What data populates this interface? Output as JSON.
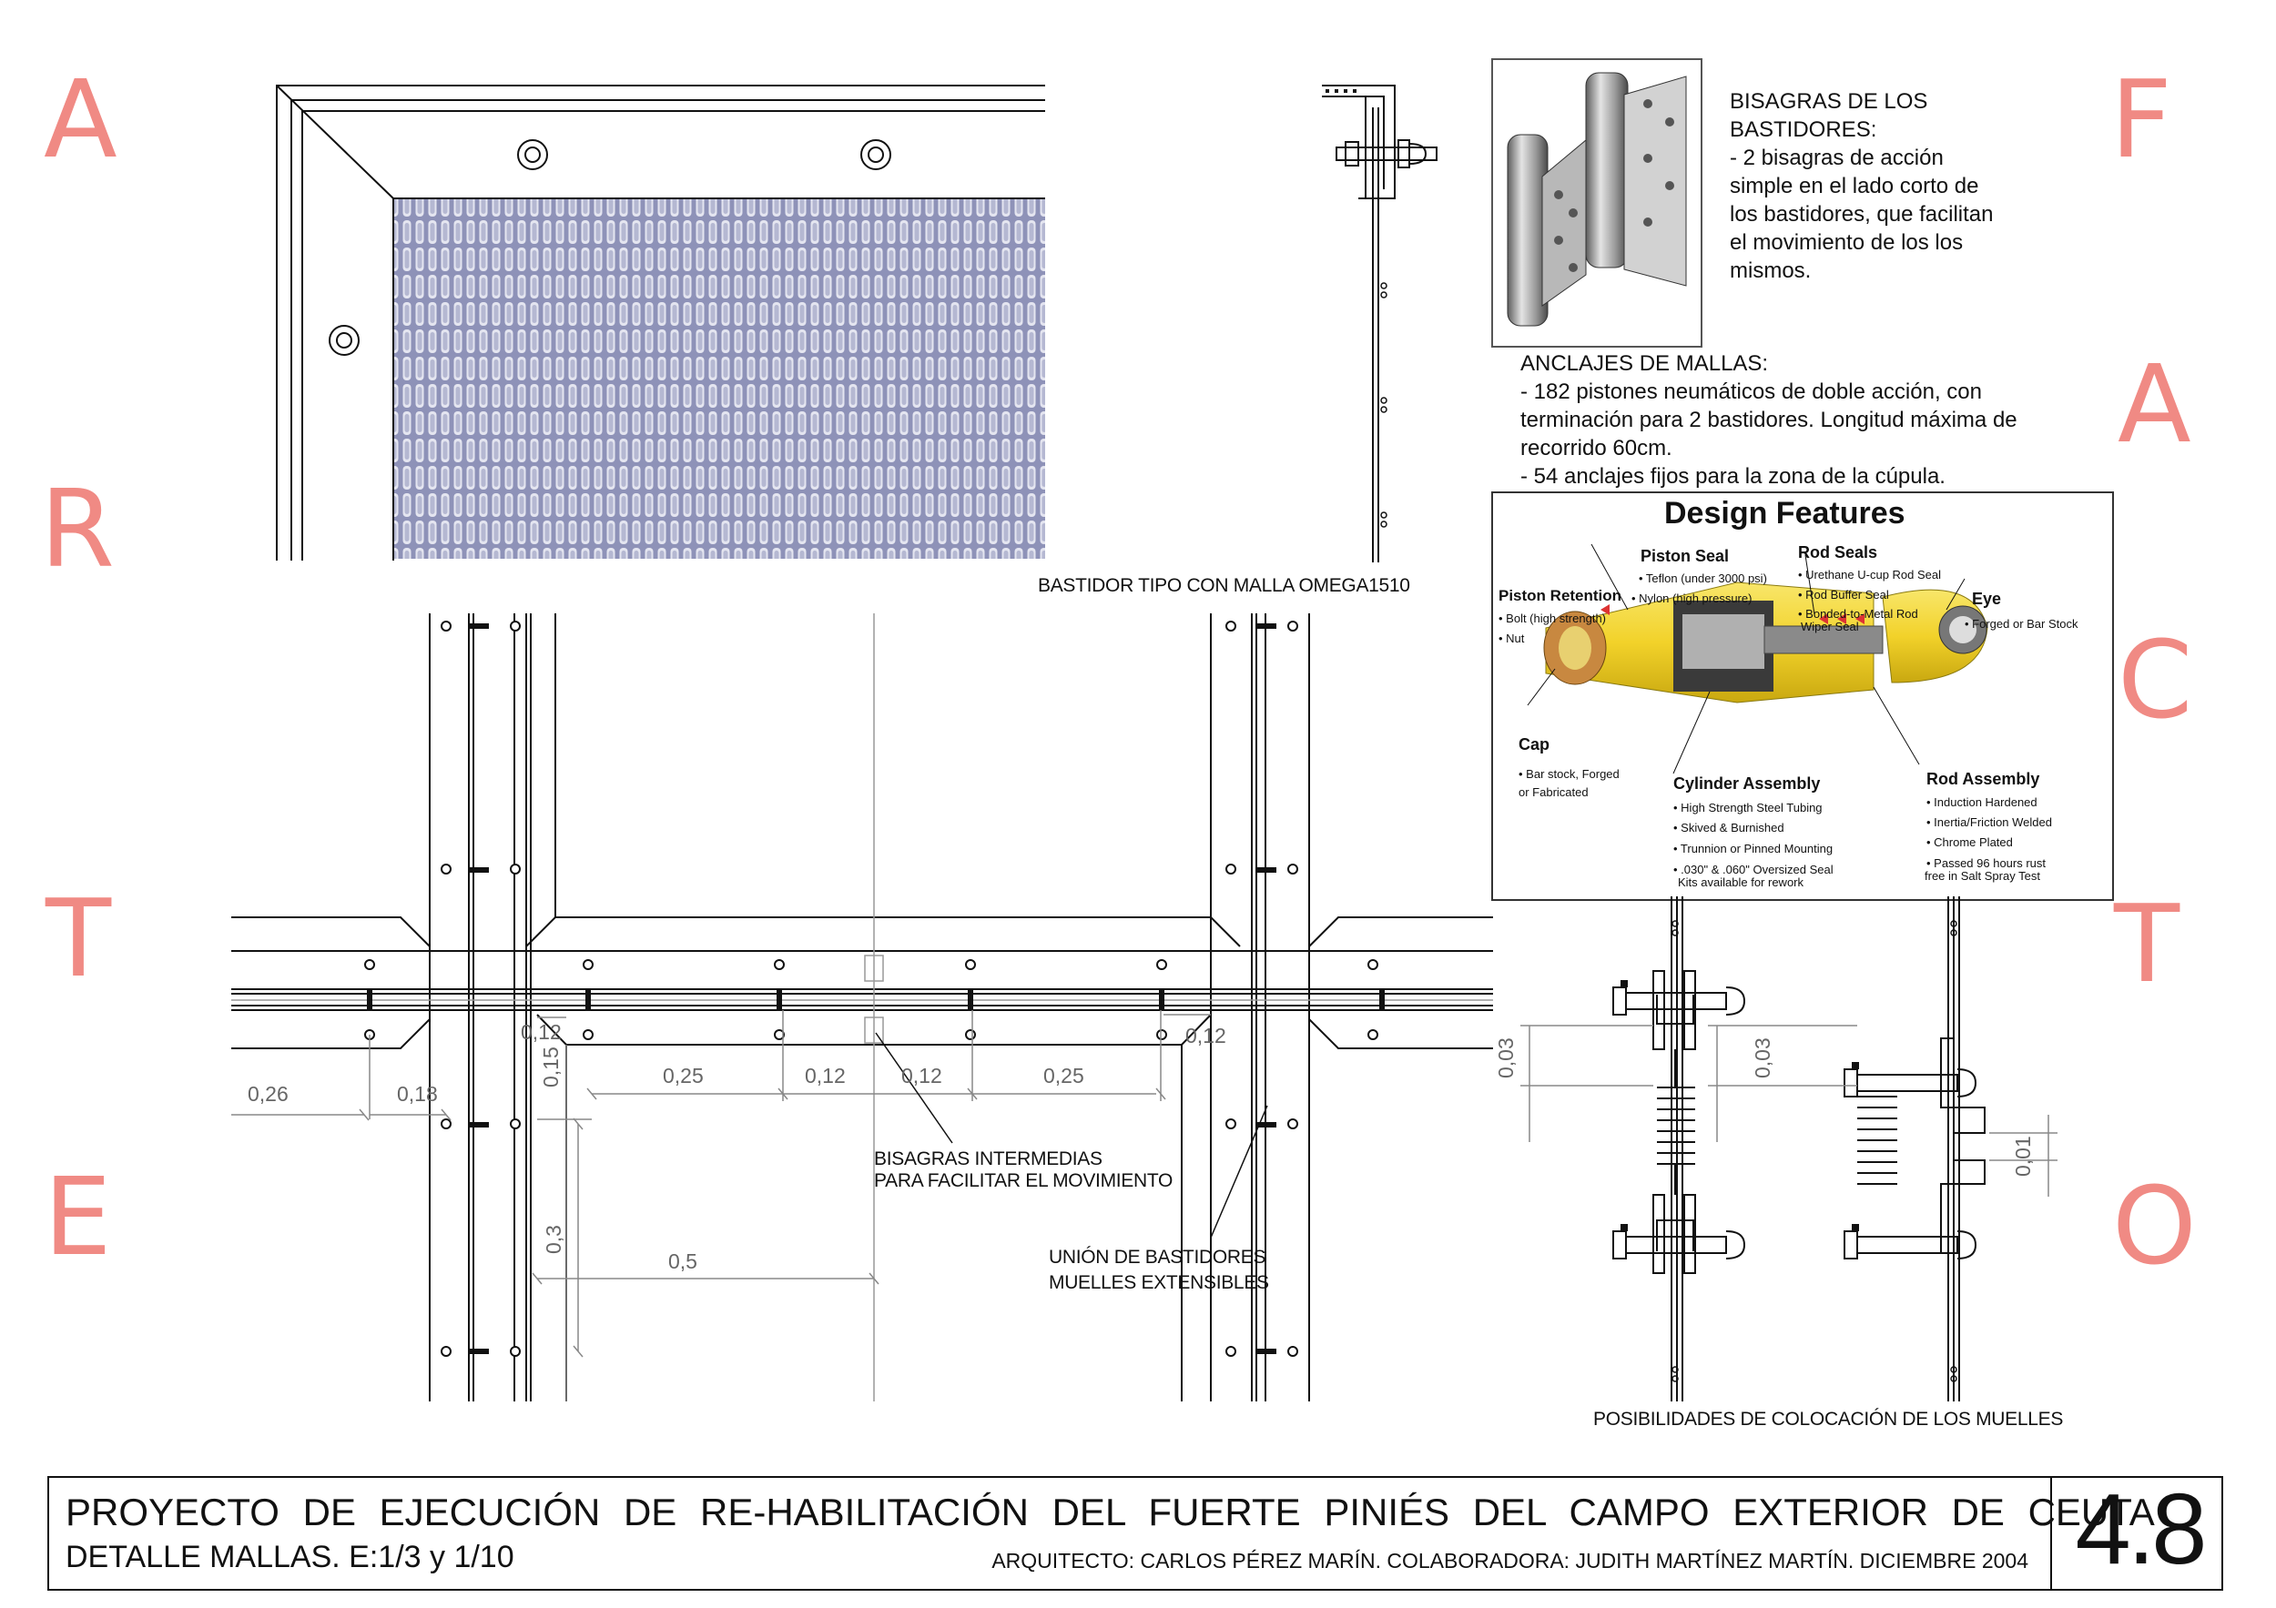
{
  "side_letters_left": [
    "A",
    "R",
    "T",
    "E"
  ],
  "side_letters_right": [
    "F",
    "A",
    "C",
    "T",
    "O"
  ],
  "captions": {
    "frame": "BASTIDOR TIPO CON MALLA OMEGA1510",
    "hinges_note_1": "BISAGRAS  INTERMEDIAS",
    "hinges_note_2": "PARA FACILITAR EL MOVIMIENTO",
    "union_note_1": "UNIÓN DE BASTIDORES",
    "union_note_2": "MUELLES EXTENSIBLES",
    "springs": "POSIBILIDADES DE COLOCACIÓN DE LOS MUELLES"
  },
  "hinges_text": {
    "title_1": "BISAGRAS DE LOS",
    "title_2": "BASTIDORES:",
    "l1": "- 2 bisagras de acción",
    "l2": "simple en el lado corto de",
    "l3": "los bastidores, que facilitan",
    "l4": "el movimiento de los los",
    "l5": "mismos."
  },
  "anchors_text": {
    "title": "ANCLAJES DE MALLAS:",
    "l1": "- 182 pistones neumáticos de doble acción, con",
    "l2": "terminación para 2 bastidores. Longitud máxima de",
    "l3": "recorrido 60cm.",
    "l4": "- 54 anclajes fijos para la zona de la cúpula."
  },
  "design_features": {
    "title": "Design Features",
    "piston_seal": "Piston Seal",
    "piston_seal_1": "• Teflon (under 3000 psi)",
    "piston_seal_2": "• Nylon (high pressure)",
    "rod_seals": "Rod Seals",
    "rod_seals_1": "• Urethane U-cup Rod Seal",
    "rod_seals_2": "• Rod Buffer Seal",
    "rod_seals_3": "• Bonded-to-Metal Rod",
    "rod_seals_4": "Wiper Seal",
    "retention": "Piston Retention",
    "retention_1": "• Bolt (high strength)",
    "retention_2": "• Nut",
    "eye": "Eye",
    "eye_1": "• Forged or Bar Stock",
    "cap": "Cap",
    "cap_1": "• Bar stock, Forged",
    "cap_2": "or Fabricated",
    "cylinder": "Cylinder Assembly",
    "cylinder_1": "• High Strength Steel Tubing",
    "cylinder_2": "• Skived & Burnished",
    "cylinder_3": "• Trunnion or Pinned Mounting",
    "cylinder_4": "• .030\" & .060\" Oversized Seal",
    "cylinder_5": "Kits available for rework",
    "rod": "Rod Assembly",
    "rod_1": "• Induction Hardened",
    "rod_2": "• Inertia/Friction Welded",
    "rod_3": "• Chrome Plated",
    "rod_4": "• Passed 96 hours rust",
    "rod_5": "free in Salt Spray Test"
  },
  "dimensions": {
    "d012a": "0,12",
    "d015": "0,15",
    "d012b": "0,12",
    "d026": "0,26",
    "d018": "0,18",
    "d025a": "0,25",
    "d012c": "0,12",
    "d012d": "0,12",
    "d025b": "0,25",
    "d03": "0,3",
    "d05": "0,5",
    "d003a": "0,03",
    "d003b": "0,03",
    "d001": "0,01"
  },
  "title_block": {
    "line1": "PROYECTO DE EJECUCIÓN DE RE-HABILITACIÓN DEL FUERTE PINIÉS DEL CAMPO EXTERIOR DE CEUTA",
    "line2": "DETALLE MALLAS. E:1/3 y 1/10",
    "credit": "ARQUITECTO: CARLOS PÉREZ MARÍN. COLABORADORA: JUDITH MARTÍNEZ MARTÍN. DICIEMBRE 2004",
    "sheet": "4.8"
  },
  "colors": {
    "accent_letters": "#f08a84",
    "mesh": "#7a7ea8",
    "cylinder": "#f2d22a"
  }
}
